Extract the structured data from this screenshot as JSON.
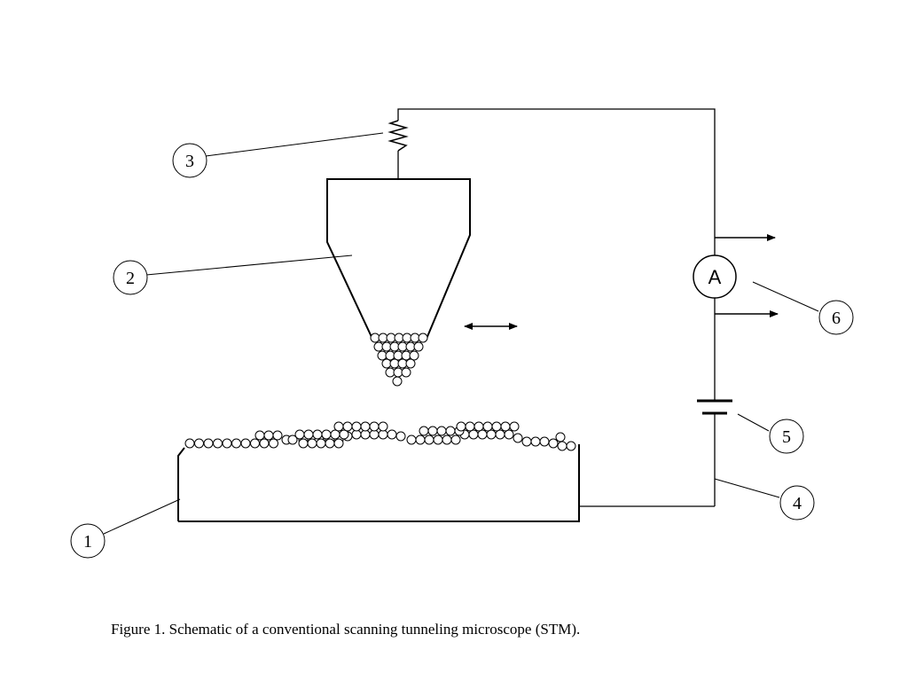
{
  "callouts": [
    {
      "id": "1",
      "label": "1"
    },
    {
      "id": "2",
      "label": "2"
    },
    {
      "id": "3",
      "label": "3"
    },
    {
      "id": "4",
      "label": "4"
    },
    {
      "id": "5",
      "label": "5"
    },
    {
      "id": "6",
      "label": "6"
    }
  ],
  "ammeter_label": "A",
  "caption": "Figure 1. Schematic of a conventional scanning tunneling microscope (STM)."
}
